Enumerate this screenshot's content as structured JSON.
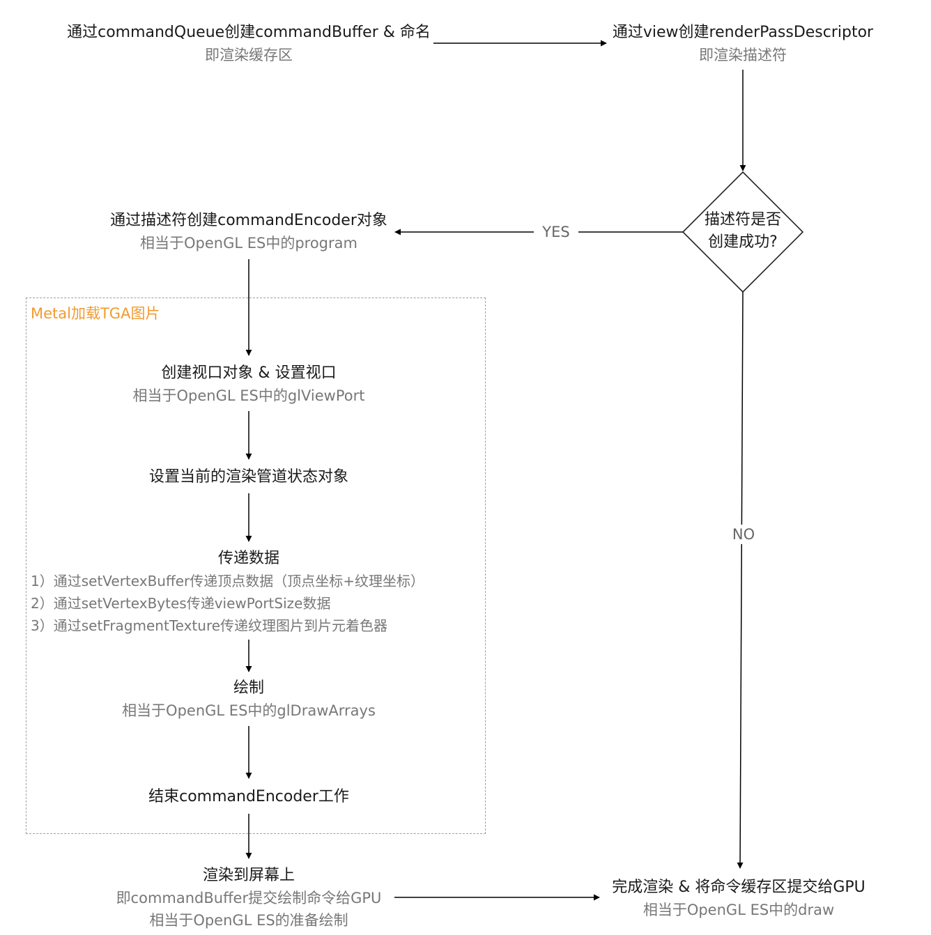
{
  "nodes": {
    "create_command_buffer": {
      "title": "通过commandQueue创建commandBuffer & 命名",
      "subtitle": "即渲染缓存区"
    },
    "create_render_pass": {
      "title": "通过view创建renderPassDescriptor",
      "subtitle": "即渲染描述符"
    },
    "decision": {
      "line1": "描述符是否",
      "line2": "创建成功?"
    },
    "create_encoder": {
      "title": "通过描述符创建commandEncoder对象",
      "subtitle": "相当于OpenGL ES中的program"
    },
    "viewport": {
      "title": "创建视口对象 & 设置视口",
      "subtitle": "相当于OpenGL ES中的glViewPort"
    },
    "pipeline_state": {
      "title": "设置当前的渲染管道状态对象"
    },
    "pass_data": {
      "title": "传递数据",
      "items": [
        "1）通过setVertexBuffer传递顶点数据（顶点坐标+纹理坐标）",
        "2）通过setVertexBytes传递viewPortSize数据",
        "3）通过setFragmentTexture传递纹理图片到片元着色器"
      ]
    },
    "draw": {
      "title": "绘制",
      "subtitle": "相当于OpenGL ES中的glDrawArrays"
    },
    "end_encoding": {
      "title": "结束commandEncoder工作"
    },
    "render_to_screen": {
      "title": "渲染到屏幕上",
      "subtitle1": "即commandBuffer提交绘制命令给GPU",
      "subtitle2": "相当于OpenGL ES的准备绘制"
    },
    "commit": {
      "title": "完成渲染 & 将命令缓存区提交给GPU",
      "subtitle": "相当于OpenGL ES中的draw"
    }
  },
  "group": {
    "label": "Metal加载TGA图片"
  },
  "edge_labels": {
    "yes": "YES",
    "no": "NO"
  },
  "colors": {
    "text": "#1a1a1a",
    "subtext": "#777777",
    "group_label": "#f29a2e",
    "border": "#9e9e9e",
    "arrow": "#000000"
  }
}
